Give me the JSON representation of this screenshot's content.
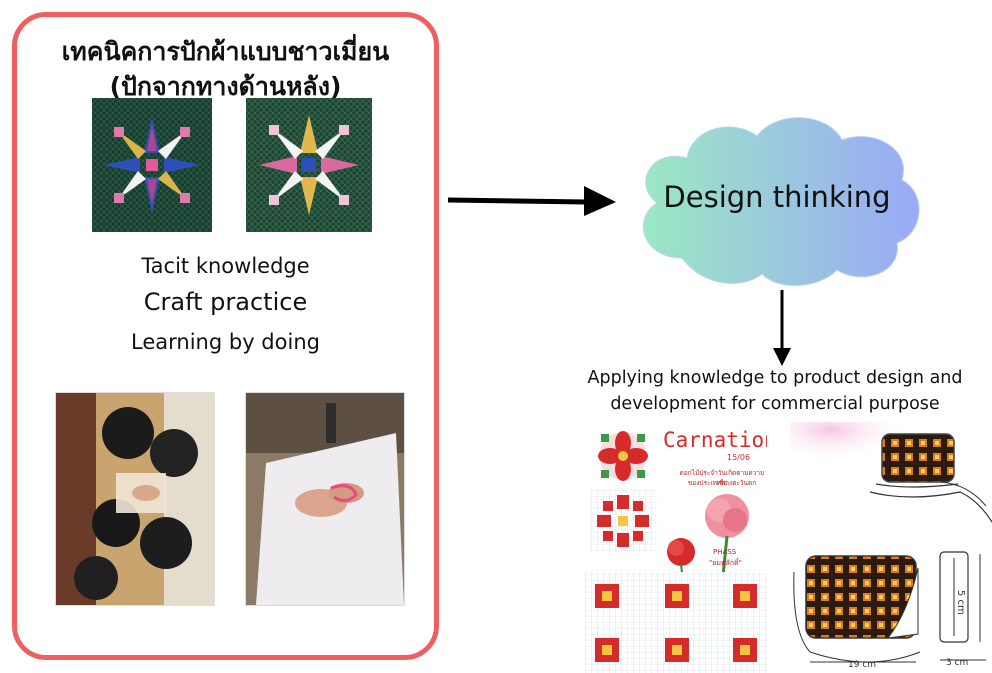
{
  "left_panel": {
    "title_line1": "เทคนิคการปักผ้าแบบชาวเมี่ยน",
    "title_line2": "(ปักจากทางด้านหลัง)",
    "concepts": [
      "Tacit knowledge",
      "Craft practice",
      "Learning by doing"
    ]
  },
  "process": {
    "cloud_label": "Design thinking",
    "apply_line1": "Applying knowledge to product design and",
    "apply_line2": "development for commercial purpose"
  },
  "design_sheet": {
    "title": "Carnation",
    "code": "15/06",
    "thai_line1": "ดอกไม้ประจำวันเกิดตามความเชื่อ",
    "thai_line2": "ของประเทศทางตะวันตก",
    "maker_label": "PHASS",
    "maker_name": "\"ยมหลักดิ์\""
  },
  "bag_sketch": {
    "dim_height": "5 cm",
    "dim_width": "19 cm",
    "dim_depth": "3 cm"
  },
  "colors": {
    "panel_border": "#ef5f61",
    "cloud_left": "#9be8c3",
    "cloud_right": "#9aa9f7",
    "carnation_red": "#d62b2b"
  }
}
